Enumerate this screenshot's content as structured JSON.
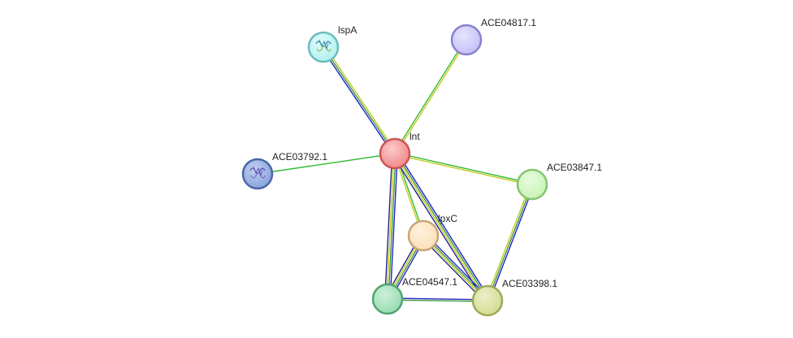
{
  "nodes": [
    {
      "id": "lnt",
      "label": "lnt",
      "fill": "#f08a8a",
      "stroke": "#cc5555",
      "highlight": "#fbcaca",
      "icon": "none"
    },
    {
      "id": "lspA",
      "label": "lspA",
      "fill": "#b2f0f0",
      "stroke": "#6cbcbc",
      "highlight": "#e2fbfb",
      "icon": "protein-structure-icon"
    },
    {
      "id": "ACE04817.1",
      "label": "ACE04817.1",
      "fill": "#c4c0f8",
      "stroke": "#8a80cc",
      "highlight": "#e6e4fd",
      "icon": "none"
    },
    {
      "id": "ACE03792.1",
      "label": "ACE03792.1",
      "fill": "#8aa4dc",
      "stroke": "#4a66a8",
      "highlight": "#c2d0f0",
      "icon": "protein-structure-icon"
    },
    {
      "id": "ACE03847.1",
      "label": "ACE03847.1",
      "fill": "#c8f4b4",
      "stroke": "#86c470",
      "highlight": "#e8fbe0",
      "icon": "none"
    },
    {
      "id": "lpxC",
      "label": "lpxC",
      "fill": "#fce0b8",
      "stroke": "#c8a478",
      "highlight": "#fef1de",
      "icon": "none"
    },
    {
      "id": "ACE04547.1",
      "label": "ACE04547.1",
      "fill": "#98dcb0",
      "stroke": "#52a472",
      "highlight": "#cdf0d8",
      "icon": "none"
    },
    {
      "id": "ACE03398.1",
      "label": "ACE03398.1",
      "fill": "#d4dc94",
      "stroke": "#a0a85a",
      "highlight": "#ecf0c8",
      "icon": "none"
    }
  ],
  "edges": [
    {
      "source": "lnt",
      "target": "lspA",
      "evidence": [
        "#2222cc",
        "#3a9a3a",
        "#c8c822"
      ]
    },
    {
      "source": "lnt",
      "target": "ACE04817.1",
      "evidence": [
        "#33bb33",
        "#c8c822"
      ]
    },
    {
      "source": "lnt",
      "target": "ACE03792.1",
      "evidence": [
        "#33bb33"
      ]
    },
    {
      "source": "lnt",
      "target": "ACE03847.1",
      "evidence": [
        "#33bb33",
        "#c8c822"
      ]
    },
    {
      "source": "lnt",
      "target": "lpxC",
      "evidence": [
        "#33bb33",
        "#c8c822"
      ]
    },
    {
      "source": "lnt",
      "target": "ACE04547.1",
      "evidence": [
        "#2222cc",
        "#3a9a3a",
        "#c8c822",
        "#222288"
      ]
    },
    {
      "source": "lnt",
      "target": "ACE03398.1",
      "evidence": [
        "#2222cc",
        "#3a9a3a",
        "#c8c822",
        "#222288"
      ]
    },
    {
      "source": "lpxC",
      "target": "ACE04547.1",
      "evidence": [
        "#2222cc",
        "#3a9a3a",
        "#c8c822",
        "#222288"
      ]
    },
    {
      "source": "lpxC",
      "target": "ACE03398.1",
      "evidence": [
        "#2222cc",
        "#3a9a3a",
        "#c8c822",
        "#222288"
      ]
    },
    {
      "source": "ACE04547.1",
      "target": "ACE03398.1",
      "evidence": [
        "#2222cc",
        "#3a9a3a"
      ]
    },
    {
      "source": "ACE03847.1",
      "target": "ACE03398.1",
      "evidence": [
        "#2222cc",
        "#3a9a3a",
        "#c8c822"
      ]
    }
  ]
}
